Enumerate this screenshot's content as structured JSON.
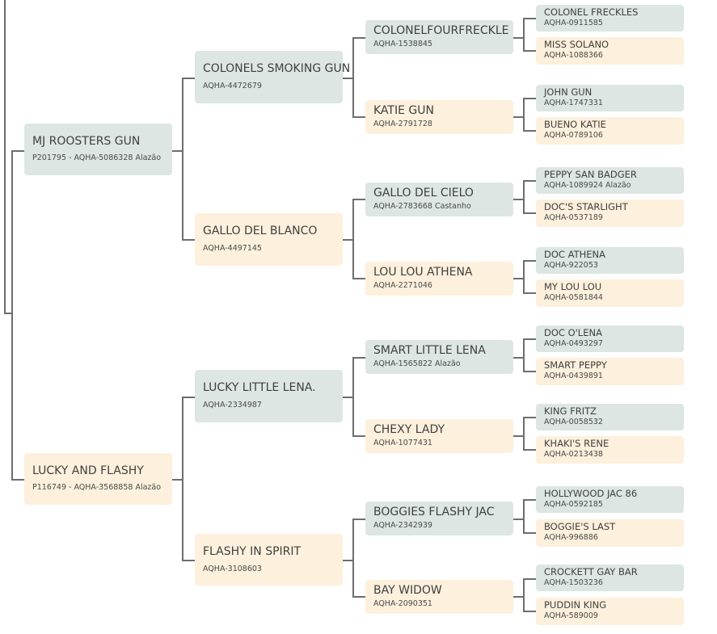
{
  "pedigree": {
    "sire": {
      "name": "MJ ROOSTERS GUN",
      "reg": "P201795 - AQHA-5086328 Alazão"
    },
    "dam": {
      "name": "LUCKY AND FLASHY",
      "reg": "P116749 - AQHA-3568858 Alazão"
    },
    "sire_sire": {
      "name": "COLONELS SMOKING GUN",
      "reg": "AQHA-4472679"
    },
    "sire_dam": {
      "name": "GALLO DEL BLANCO",
      "reg": "AQHA-4497145"
    },
    "dam_sire": {
      "name": "LUCKY LITTLE LENA.",
      "reg": "AQHA-2334987"
    },
    "dam_dam": {
      "name": "FLASHY IN SPIRIT",
      "reg": "AQHA-3108603"
    },
    "g3": [
      {
        "name": "COLONELFOURFRECKLE",
        "reg": "AQHA-1538845"
      },
      {
        "name": "KATIE GUN",
        "reg": "AQHA-2791728"
      },
      {
        "name": "GALLO DEL CIELO",
        "reg": "AQHA-2783668 Castanho"
      },
      {
        "name": "LOU LOU ATHENA",
        "reg": "AQHA-2271046"
      },
      {
        "name": "SMART LITTLE LENA",
        "reg": "AQHA-1565822 Alazão"
      },
      {
        "name": "CHEXY LADY",
        "reg": "AQHA-1077431"
      },
      {
        "name": "BOGGIES FLASHY JAC",
        "reg": "AQHA-2342939"
      },
      {
        "name": "BAY WIDOW",
        "reg": "AQHA-2090351"
      }
    ],
    "g4": [
      {
        "name": "COLONEL FRECKLES",
        "reg": "AQHA-0911585"
      },
      {
        "name": "MISS SOLANO",
        "reg": "AQHA-1088366"
      },
      {
        "name": "JOHN GUN",
        "reg": "AQHA-1747331"
      },
      {
        "name": "BUENO KATIE",
        "reg": "AQHA-0789106"
      },
      {
        "name": "PEPPY SAN BADGER",
        "reg": "AQHA-1089924 Alazão"
      },
      {
        "name": "DOC'S STARLIGHT",
        "reg": "AQHA-0537189"
      },
      {
        "name": "DOC ATHENA",
        "reg": "AQHA-922053"
      },
      {
        "name": "MY LOU LOU",
        "reg": "AQHA-0581844"
      },
      {
        "name": "DOC O'LENA",
        "reg": "AQHA-0493297"
      },
      {
        "name": "SMART PEPPY",
        "reg": "AQHA-0439891"
      },
      {
        "name": "KING FRITZ",
        "reg": "AQHA-0058532"
      },
      {
        "name": "KHAKI'S RENE",
        "reg": "AQHA-0213438"
      },
      {
        "name": "HOLLYWOOD JAC 86",
        "reg": "AQHA-0592185"
      },
      {
        "name": "BOGGIE'S LAST",
        "reg": "AQHA-996886"
      },
      {
        "name": "CROCKETT GAY BAR",
        "reg": "AQHA-1503236"
      },
      {
        "name": "PUDDIN KING",
        "reg": "AQHA-589009"
      }
    ]
  },
  "colors": {
    "male": "#dde6e2",
    "female": "#fdf0dc",
    "line": "#6d6d6d",
    "text": "#404040"
  }
}
